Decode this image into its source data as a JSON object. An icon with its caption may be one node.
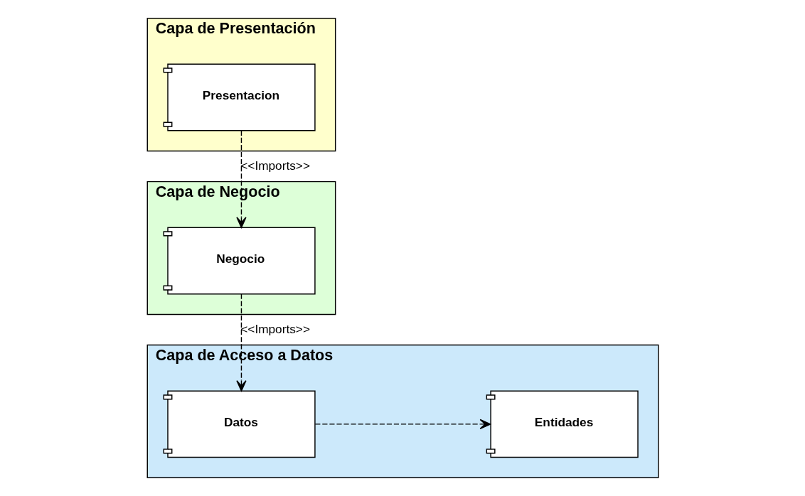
{
  "diagram": {
    "nodes": [
      {
        "text": [
          "Capa de Presentación"
        ]
      },
      {
        "text": [
          "Presentacion"
        ],
        "in": 0
      },
      {
        "text": [
          "Capa de Negocio"
        ]
      },
      {
        "text": [
          "Negocio"
        ],
        "in": 2
      },
      {
        "text": [
          "Capa de Acceso a Datos"
        ]
      },
      {
        "text": [
          "Datos"
        ],
        "in": 4
      },
      {
        "text": [
          "Entidades"
        ],
        "in": 4
      }
    ],
    "edges": [
      {
        "from": 1,
        "to": 3,
        "arrow": "to",
        "style": "dashed",
        "label": "<<Imports>>"
      },
      {
        "from": 3,
        "to": 5,
        "arrow": "to",
        "style": "dashed",
        "label": "<<Imports>>"
      },
      {
        "from": 5,
        "to": 6,
        "arrow": "to",
        "style": "dashed"
      }
    ]
  }
}
